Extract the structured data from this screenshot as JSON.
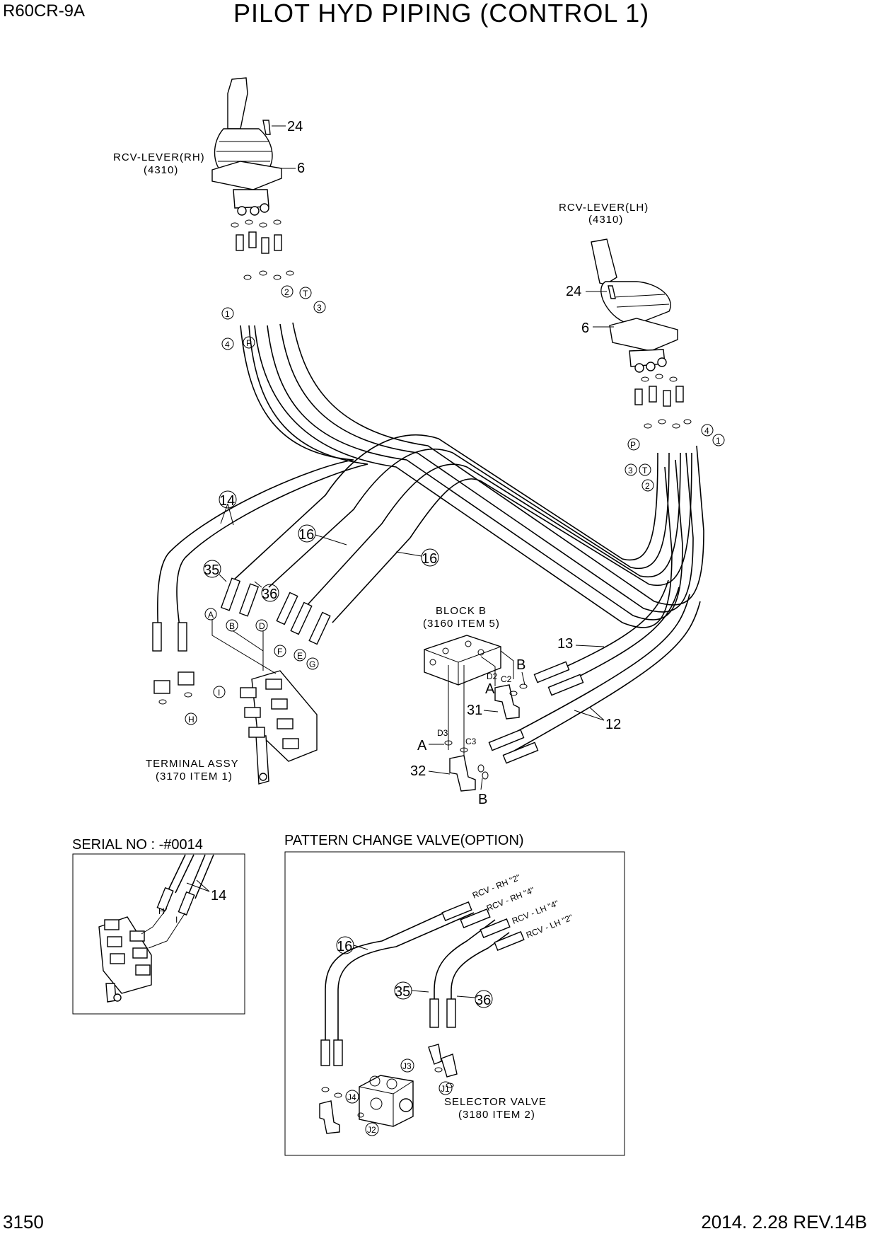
{
  "header": {
    "model": "R60CR-9A",
    "title": "PILOT HYD PIPING (CONTROL 1)"
  },
  "footer": {
    "page_number": "3150",
    "date_rev": "2014. 2.28  REV.14B"
  },
  "labels": {
    "rcv_rh_name": "RCV-LEVER(RH)",
    "rcv_rh_code": "(4310)",
    "rcv_lh_name": "RCV-LEVER(LH)",
    "rcv_lh_code": "(4310)",
    "block_b_name": "BLOCK B",
    "block_b_code": "(3160 ITEM 5)",
    "terminal_name": "TERMINAL ASSY",
    "terminal_code": "(3170 ITEM 1)",
    "selector_name": "SELECTOR VALVE",
    "selector_code": "(3180 ITEM 2)"
  },
  "callouts": {
    "c24": "24",
    "c6": "6",
    "c14": "14",
    "c16": "16",
    "c35": "35",
    "c36": "36",
    "c13": "13",
    "c12": "12",
    "c31": "31",
    "c32": "32"
  },
  "ports": {
    "p1": "1",
    "p2": "2",
    "p3": "3",
    "p4": "4",
    "pP": "P",
    "pT": "T",
    "A": "A",
    "B": "B",
    "C2": "C2",
    "D2": "D2",
    "C3": "C3",
    "D3": "D3",
    "D": "D",
    "E": "E",
    "F": "F",
    "G": "G",
    "H": "H",
    "I": "I",
    "J1": "J1",
    "J2": "J2",
    "J3": "J3",
    "J4": "J4"
  },
  "inset_serial": {
    "title": "SERIAL NO : -#0014",
    "callout": "14",
    "h": "H",
    "i": "I"
  },
  "inset_pattern": {
    "title": "PATTERN CHANGE VALVE(OPTION)",
    "rh2": "RCV - RH  \"2\"",
    "rh4": "RCV - RH  \"4\"",
    "lh4": "RCV - LH  \"4\"",
    "lh2": "RCV - LH  \"2\"",
    "c16": "16",
    "c35": "35",
    "c36": "36"
  }
}
